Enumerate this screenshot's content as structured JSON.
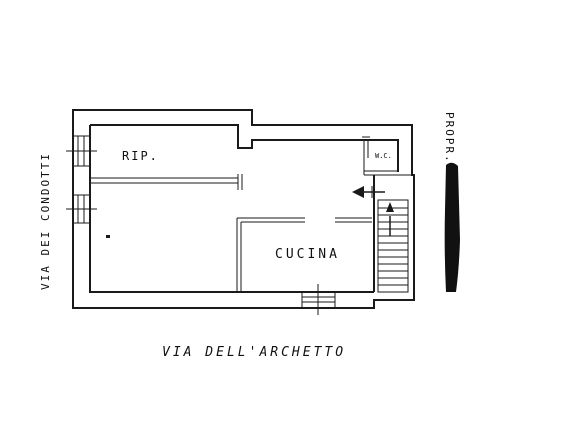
{
  "rooms": {
    "rip": "RIP.",
    "wc": "W.C.",
    "cucina": "CUCINA"
  },
  "streets": {
    "bottom": "VIA DELL'ARCHETTO",
    "left": "VIA DEI CONDOTTI"
  },
  "property": {
    "label": "PROPR."
  },
  "colors": {
    "ink": "#1a1a1a",
    "paper": "#ffffff",
    "hatch": "#111111"
  }
}
